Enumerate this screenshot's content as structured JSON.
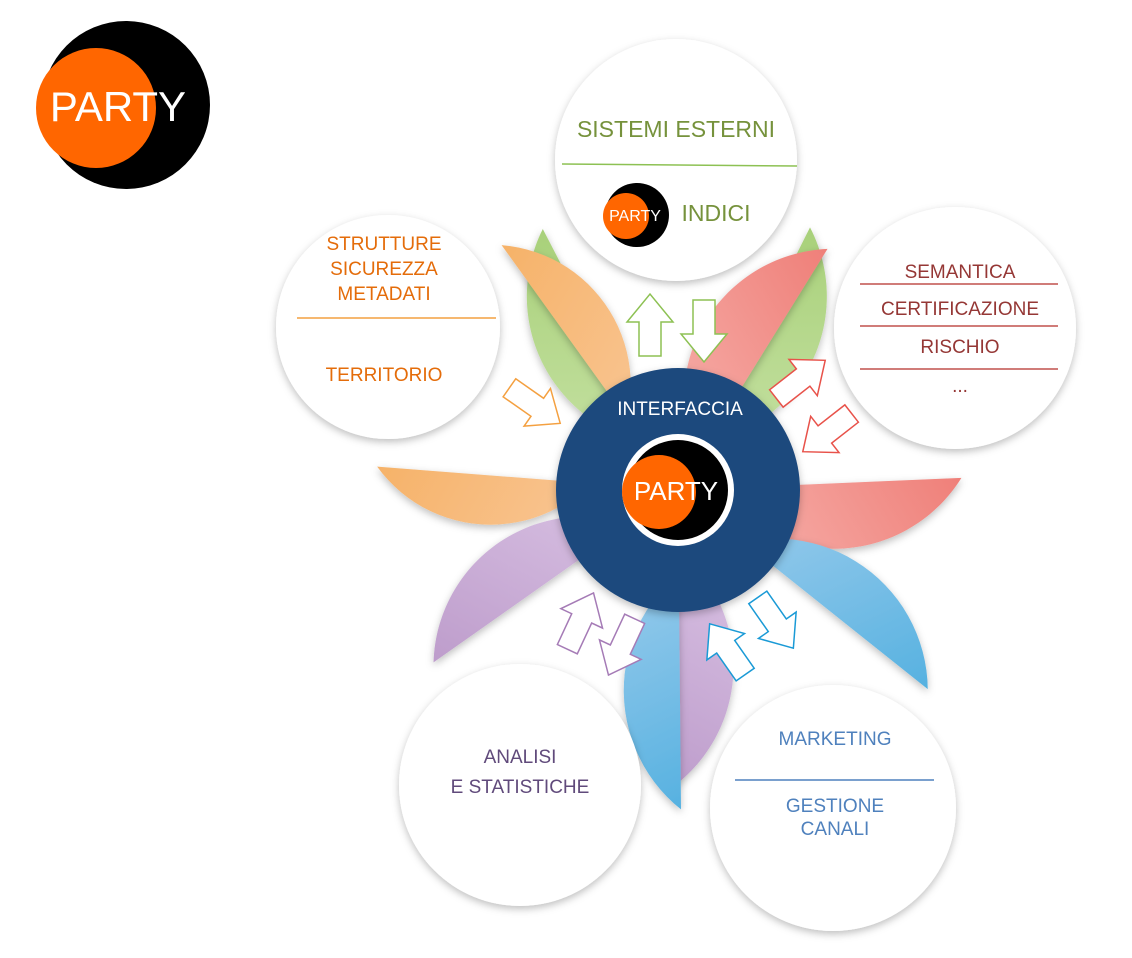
{
  "logo": {
    "text_orange": "PAR",
    "text_black": "TY"
  },
  "center": {
    "title": "INTERFACCIA",
    "logo_orange": "PAR",
    "logo_black": "TY"
  },
  "petals": {
    "green": {
      "title": "SISTEMI ESTERNI",
      "item": "INDICI",
      "logo_orange": "PAR",
      "logo_black": "TY"
    },
    "orange": {
      "lines": [
        "STRUTTURE",
        "SICUREZZA",
        "METADATI"
      ],
      "item": "TERRITORIO"
    },
    "red": {
      "items": [
        "SEMANTICA",
        "CERTIFICAZIONE",
        "RISCHIO",
        "..."
      ]
    },
    "purple": {
      "lines": [
        "ANALISI",
        "E STATISTICHE"
      ]
    },
    "blue": {
      "title": "MARKETING",
      "lines": [
        "GESTIONE",
        "CANALI"
      ]
    }
  },
  "colors": {
    "navy": "#1f497d",
    "logo_orange": "#ff6600",
    "green": "#8dc153",
    "orange": "#f4a040",
    "red": "#e8524a",
    "purple": "#a57bb6",
    "blue": "#1a9ad6",
    "green_text": "#76923c",
    "orange_text": "#e46c0a",
    "red_text": "#953735",
    "purple_text": "#604a7b",
    "blue_text": "#4f81bd"
  }
}
